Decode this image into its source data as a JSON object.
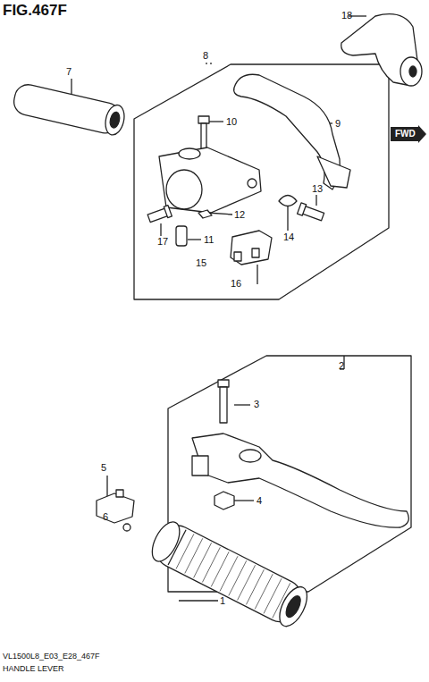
{
  "diagram": {
    "title": "FIG.467F",
    "caption": "HANDLE LEVER",
    "nodes": [
      {
        "text": [
          "FWD"
        ]
      }
    ],
    "labels": [
      "7",
      "8",
      "18",
      "9",
      "10",
      "12",
      "13",
      "14",
      "11",
      "17",
      "15",
      "16",
      "2",
      "3",
      "4",
      "5",
      "6",
      "1",
      "VL1500L8_E03_E28_467F"
    ]
  }
}
